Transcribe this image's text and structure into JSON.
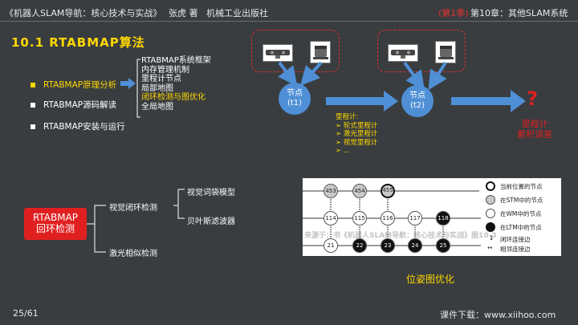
{
  "header": {
    "book": "《机器人SLAM导航：核心技术与实战》",
    "author": "张虎 著",
    "publisher": "机械工业出版社",
    "season": "(第1季)",
    "chapter": "第10章：其他SLAM系统"
  },
  "title": "10.1 RTABMAP算法",
  "nav": {
    "items": [
      {
        "label": "RTABMAP原理分析"
      },
      {
        "label": "RTABMAP源码解读"
      },
      {
        "label": "RTABMAP安装与运行"
      }
    ],
    "subtopics": [
      "RTABMAP系统框架",
      "内存管理机制",
      "里程计节点",
      "局部地图",
      "闭环检测与图优化",
      "全局地图"
    ],
    "highlight_color": "#ffd700"
  },
  "pipeline": {
    "node1": {
      "line1": "节点",
      "line2": "(t1)"
    },
    "node2": {
      "line1": "节点",
      "line2": "(t2)"
    },
    "odometry": {
      "title": "里程计:",
      "items": [
        "轮式里程计",
        "激光里程计",
        "视觉里程计",
        "..."
      ]
    },
    "question_mark": "?",
    "error_line1": "里程计",
    "error_line2": "累积误差",
    "node_color": "#4f8fd6",
    "error_color": "#e02020"
  },
  "loop": {
    "box_line1": "RTABMAP",
    "box_line2": "回环检测",
    "visual": "视觉闭环检测",
    "laser": "激光相似检测",
    "bow": "视觉词袋模型",
    "bayes": "贝叶斯滤波器"
  },
  "graph_figure": {
    "rows": [
      [
        {
          "id": "453",
          "type": "gray"
        },
        {
          "id": "454",
          "type": "gray"
        },
        {
          "id": "455",
          "type": "gray-current"
        }
      ],
      [
        {
          "id": "114",
          "type": "white"
        },
        {
          "id": "115",
          "type": "white"
        },
        {
          "id": "116",
          "type": "white"
        },
        {
          "id": "117",
          "type": "white"
        },
        {
          "id": "118",
          "type": "black"
        }
      ],
      [
        {
          "id": "21",
          "type": "white"
        },
        {
          "id": "22",
          "type": "black"
        },
        {
          "id": "23",
          "type": "black"
        },
        {
          "id": "24",
          "type": "black"
        },
        {
          "id": "25",
          "type": "black"
        }
      ]
    ],
    "legend": [
      "当前位置的节点",
      "在STM中的节点",
      "在WM中的节点",
      "在LTM中的节点",
      "闭环连接边",
      "相邻连接边"
    ],
    "watermark": "来源于：书《机器人SLAM导航：核心技术与实战》图10-3",
    "caption": "位姿图优化"
  },
  "footer": {
    "page": "25/61",
    "download": "课件下载：www.xiihoo.com"
  }
}
